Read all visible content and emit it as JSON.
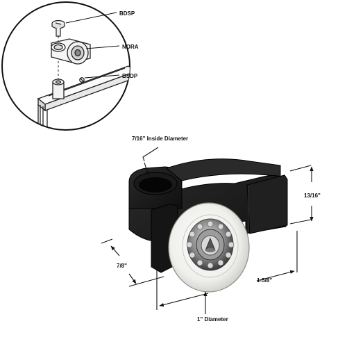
{
  "inset": {
    "callouts": {
      "pin": "BDSP",
      "roller": "NORA",
      "rail": "BSDP"
    }
  },
  "dimensions": {
    "inside_diameter": "7/16\" Inside Diameter",
    "height": "13/16\"",
    "depth": "7/8\"",
    "length": "1-5/8\"",
    "wheel_diameter": "1\" Diameter"
  },
  "colors": {
    "body": "#161616",
    "wheel": "#eeeeea",
    "bearing": "#9a9a9a",
    "line": "#111111"
  }
}
